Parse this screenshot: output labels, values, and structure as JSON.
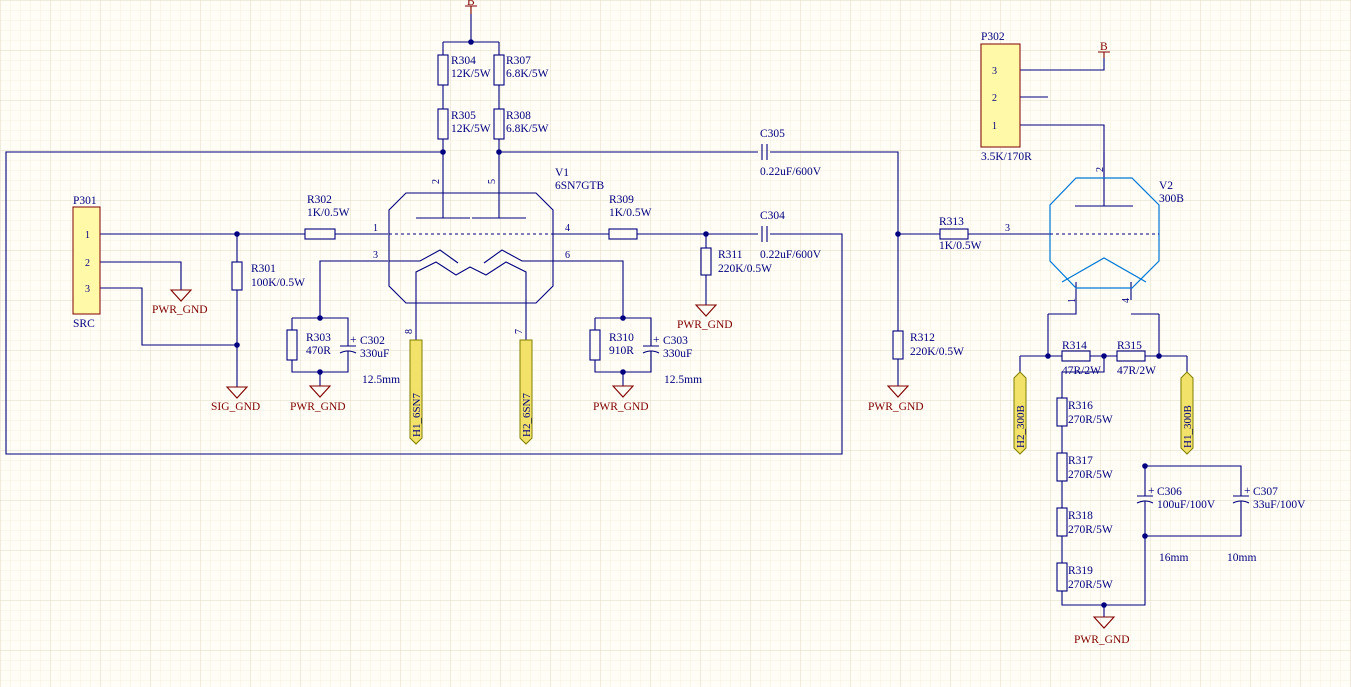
{
  "components": {
    "B_top": "B",
    "B_p302": "B",
    "R304": {
      "ref": "R304",
      "val": "12K/5W"
    },
    "R307": {
      "ref": "R307",
      "val": "6.8K/5W"
    },
    "R305": {
      "ref": "R305",
      "val": "12K/5W"
    },
    "R308": {
      "ref": "R308",
      "val": "6.8K/5W"
    },
    "C305": {
      "ref": "C305",
      "val": "0.22uF/600V"
    },
    "C304": {
      "ref": "C304",
      "val": "0.22uF/600V"
    },
    "V1": {
      "ref": "V1",
      "val": "6SN7GTB"
    },
    "V2": {
      "ref": "V2",
      "val": "300B"
    },
    "P301": {
      "ref": "P301",
      "name": "SRC",
      "pins": [
        "1",
        "2",
        "3"
      ]
    },
    "P302": {
      "ref": "P302",
      "val": "3.5K/170R",
      "pins": [
        "3",
        "2",
        "1"
      ]
    },
    "R302": {
      "ref": "R302",
      "val": "1K/0.5W"
    },
    "R301": {
      "ref": "R301",
      "val": "100K/0.5W"
    },
    "R303": {
      "ref": "R303",
      "val": "470R"
    },
    "C302": {
      "ref": "C302",
      "val": "330uF"
    },
    "R309": {
      "ref": "R309",
      "val": "1K/0.5W"
    },
    "R311": {
      "ref": "R311",
      "val": "220K/0.5W"
    },
    "R310": {
      "ref": "R310",
      "val": "910R"
    },
    "C303": {
      "ref": "C303",
      "val": "330uF"
    },
    "R313": {
      "ref": "R313",
      "val": "1K/0.5W"
    },
    "R312": {
      "ref": "R312",
      "val": "220K/0.5W"
    },
    "R314": {
      "ref": "R314",
      "val": "47R/2W"
    },
    "R315": {
      "ref": "R315",
      "val": "47R/2W"
    },
    "R316": {
      "ref": "R316",
      "val": "270R/5W"
    },
    "R317": {
      "ref": "R317",
      "val": "270R/5W"
    },
    "R318": {
      "ref": "R318",
      "val": "270R/5W"
    },
    "R319": {
      "ref": "R319",
      "val": "270R/5W"
    },
    "C306": {
      "ref": "C306",
      "val": "100uF/100V"
    },
    "C307": {
      "ref": "C307",
      "val": "33uF/100V"
    }
  },
  "pins": {
    "v1_p1": "1",
    "v1_p2": "2",
    "v1_p3": "3",
    "v1_p4": "4",
    "v1_p5": "5",
    "v1_p6": "6",
    "v1_p7": "7",
    "v1_p8": "8",
    "v2_p1": "1",
    "v2_p2": "2",
    "v2_p3": "3",
    "v2_p4": "4"
  },
  "grounds": {
    "pwr": "PWR_GND",
    "sig": "SIG_GND"
  },
  "ports": {
    "h1_6sn7": "H1_6SN7",
    "h2_6sn7": "H2_6SN7",
    "h2_300b": "H2_300B",
    "h1_300b": "H1_300B"
  },
  "notes": {
    "size1": "12.5mm",
    "size2": "12.5mm",
    "size3": "16mm",
    "size4": "10mm"
  }
}
